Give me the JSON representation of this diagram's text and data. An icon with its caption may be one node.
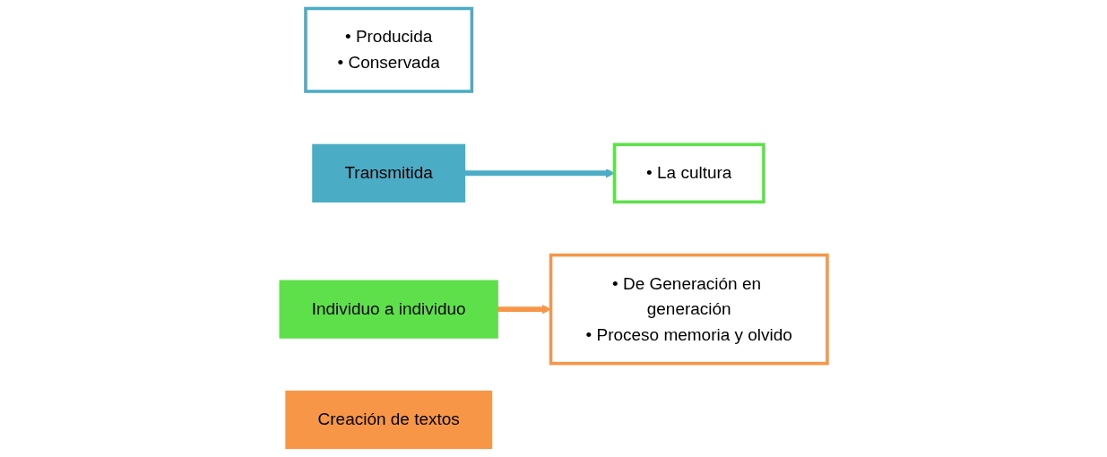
{
  "diagram": {
    "nodes": [
      {
        "text": [
          "• Producida",
          "• Conservada"
        ]
      },
      {
        "text": [
          "Transmitida"
        ]
      },
      {
        "text": [
          "Individuo a individuo"
        ]
      },
      {
        "text": [
          "• La cultura"
        ]
      },
      {
        "text": [
          "• De Generación en generación",
          "• Proceso memoria y olvido"
        ]
      },
      {
        "text": [
          "Creación de textos"
        ]
      }
    ],
    "edges": [
      {
        "from": 1,
        "to": 3,
        "arrow": "to",
        "color": "#4bacc6"
      },
      {
        "from": 2,
        "to": 4,
        "arrow": "to",
        "color": "#f79646"
      }
    ]
  }
}
